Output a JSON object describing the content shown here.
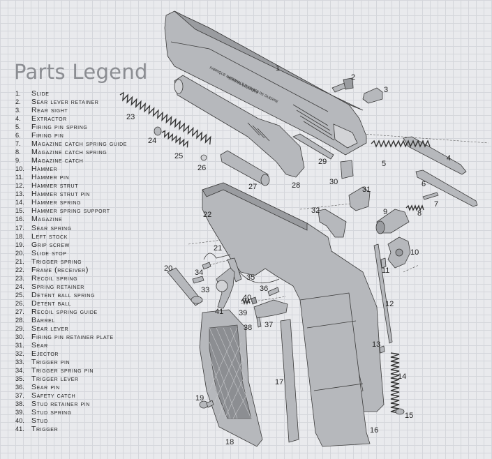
{
  "legend": {
    "title": "Parts Legend",
    "items": [
      {
        "num": "1.",
        "name": "Slide"
      },
      {
        "num": "2.",
        "name": "Sear lever retainer"
      },
      {
        "num": "3.",
        "name": "Rear sight"
      },
      {
        "num": "4.",
        "name": "Extractor"
      },
      {
        "num": "5.",
        "name": "Firing pin spring"
      },
      {
        "num": "6.",
        "name": "Firing pin"
      },
      {
        "num": "7.",
        "name": "Magazine catch spring guide"
      },
      {
        "num": "8.",
        "name": "Magazine catch spring"
      },
      {
        "num": "9.",
        "name": "Magazine catch"
      },
      {
        "num": "10.",
        "name": "Hammer"
      },
      {
        "num": "11.",
        "name": "Hammer pin"
      },
      {
        "num": "12.",
        "name": "Hammer strut"
      },
      {
        "num": "13.",
        "name": "Hammer strut pin"
      },
      {
        "num": "14.",
        "name": "Hammer spring"
      },
      {
        "num": "15.",
        "name": "Hammer spring support"
      },
      {
        "num": "16.",
        "name": "Magazine"
      },
      {
        "num": "17.",
        "name": "Sear spring"
      },
      {
        "num": "18.",
        "name": "Left stock"
      },
      {
        "num": "19.",
        "name": "Grip screw"
      },
      {
        "num": "20.",
        "name": "Slide stop"
      },
      {
        "num": "21.",
        "name": "Trigger spring"
      },
      {
        "num": "22.",
        "name": "Frame (receiver)"
      },
      {
        "num": "23.",
        "name": "Recoil spring"
      },
      {
        "num": "24.",
        "name": "Spring retainer"
      },
      {
        "num": "25.",
        "name": "Detent ball spring"
      },
      {
        "num": "26.",
        "name": "Detent ball"
      },
      {
        "num": "27.",
        "name": "Recoil spring guide"
      },
      {
        "num": "28.",
        "name": "Barrel"
      },
      {
        "num": "29.",
        "name": "Sear lever"
      },
      {
        "num": "30.",
        "name": "Firing pin retainer plate"
      },
      {
        "num": "31.",
        "name": "Sear"
      },
      {
        "num": "32.",
        "name": "Ejector"
      },
      {
        "num": "33.",
        "name": "Trigger pin"
      },
      {
        "num": "34.",
        "name": "Trigger spring pin"
      },
      {
        "num": "35.",
        "name": "Trigger lever"
      },
      {
        "num": "36.",
        "name": "Sear pin"
      },
      {
        "num": "37.",
        "name": "Safety catch"
      },
      {
        "num": "38.",
        "name": "Stud retainer pin"
      },
      {
        "num": "39.",
        "name": "Stud spring"
      },
      {
        "num": "40.",
        "name": "Stud"
      },
      {
        "num": "41.",
        "name": "Trigger"
      }
    ]
  },
  "slide_engraving": {
    "line1": "FABRIQUE NATIONALE D'ARMES DE GUERRE",
    "line2": "HERSTAL BELGIQUE"
  },
  "callouts": {
    "c1": "1",
    "c2": "2",
    "c3": "3",
    "c4": "4",
    "c5": "5",
    "c6": "6",
    "c7": "7",
    "c8": "8",
    "c9": "9",
    "c10": "10",
    "c11": "11",
    "c12": "12",
    "c13": "13",
    "c14": "14",
    "c15": "15",
    "c16": "16",
    "c17": "17",
    "c18": "18",
    "c19": "19",
    "c20": "20",
    "c21": "21",
    "c22": "22",
    "c23": "23",
    "c24": "24",
    "c25": "25",
    "c26": "26",
    "c27": "27",
    "c28": "28",
    "c29": "29",
    "c30": "30",
    "c31": "31",
    "c32": "32",
    "c33": "33",
    "c34": "34",
    "c35": "35",
    "c36": "36",
    "c37": "37",
    "c38": "38",
    "c39": "39",
    "c40": "40",
    "c41": "41"
  },
  "colors": {
    "background": "#e9eaed",
    "grid": "#d4d6db",
    "part_fill": "#b6b8bc",
    "title": "#8b8d92"
  }
}
